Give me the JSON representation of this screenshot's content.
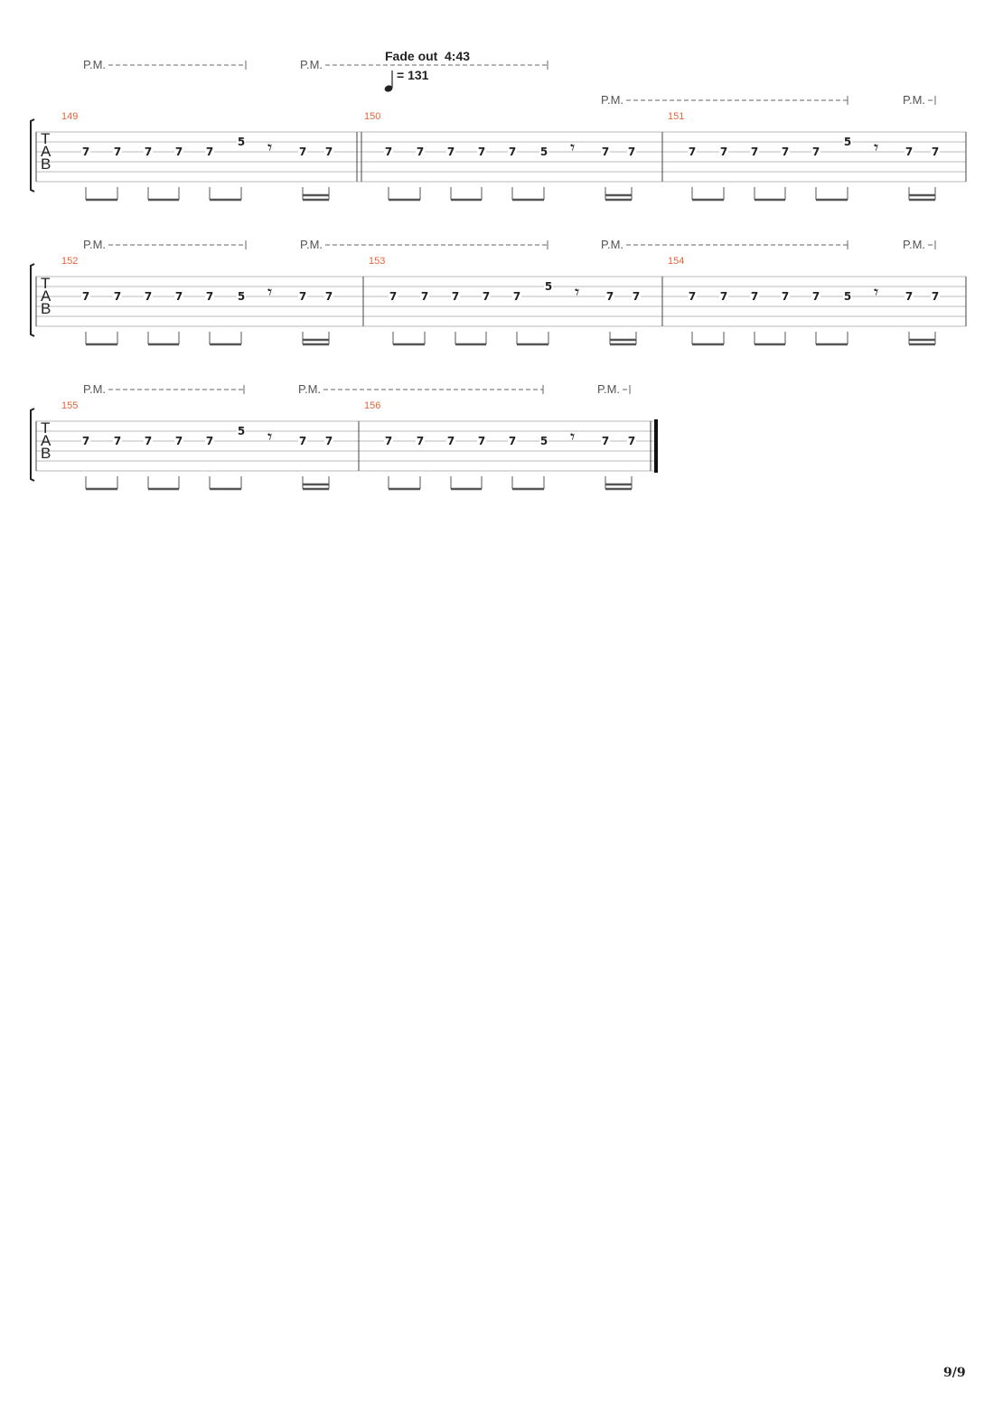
{
  "annotations": {
    "fade_label": "Fade out",
    "fade_time": "4:43",
    "tempo_value": "= 131"
  },
  "tab_clef": [
    "T",
    "A",
    "B"
  ],
  "pm_label": "P.M.",
  "rest_glyph": "𝄾",
  "page_number": "9/9",
  "colors": {
    "measure_number": "#e8643a",
    "ink": "#222222",
    "staff_line": "#bbbbbb"
  },
  "systems": [
    {
      "measures": [
        {
          "number": "149",
          "notes": [
            {
              "fret": "7",
              "string": 3
            },
            {
              "fret": "7",
              "string": 3
            },
            {
              "fret": "7",
              "string": 3
            },
            {
              "fret": "7",
              "string": 3
            },
            {
              "fret": "7",
              "string": 3
            },
            {
              "fret": "5",
              "string": 2
            },
            {
              "rest": true
            },
            {
              "fret": "7",
              "string": 3
            },
            {
              "fret": "7",
              "string": 3
            }
          ]
        },
        {
          "number": "150",
          "notes": [
            {
              "fret": "7",
              "string": 3
            },
            {
              "fret": "7",
              "string": 3
            },
            {
              "fret": "7",
              "string": 3
            },
            {
              "fret": "7",
              "string": 3
            },
            {
              "fret": "7",
              "string": 3
            },
            {
              "fret": "5",
              "string": 3
            },
            {
              "rest": true
            },
            {
              "fret": "7",
              "string": 3
            },
            {
              "fret": "7",
              "string": 3
            }
          ]
        },
        {
          "number": "151",
          "notes": [
            {
              "fret": "7",
              "string": 3
            },
            {
              "fret": "7",
              "string": 3
            },
            {
              "fret": "7",
              "string": 3
            },
            {
              "fret": "7",
              "string": 3
            },
            {
              "fret": "7",
              "string": 3
            },
            {
              "fret": "5",
              "string": 2
            },
            {
              "rest": true
            },
            {
              "fret": "7",
              "string": 3
            },
            {
              "fret": "7",
              "string": 3
            }
          ]
        }
      ]
    },
    {
      "measures": [
        {
          "number": "152",
          "notes": [
            {
              "fret": "7",
              "string": 3
            },
            {
              "fret": "7",
              "string": 3
            },
            {
              "fret": "7",
              "string": 3
            },
            {
              "fret": "7",
              "string": 3
            },
            {
              "fret": "7",
              "string": 3
            },
            {
              "fret": "5",
              "string": 3
            },
            {
              "rest": true
            },
            {
              "fret": "7",
              "string": 3
            },
            {
              "fret": "7",
              "string": 3
            }
          ]
        },
        {
          "number": "153",
          "notes": [
            {
              "fret": "7",
              "string": 3
            },
            {
              "fret": "7",
              "string": 3
            },
            {
              "fret": "7",
              "string": 3
            },
            {
              "fret": "7",
              "string": 3
            },
            {
              "fret": "7",
              "string": 3
            },
            {
              "fret": "5",
              "string": 2
            },
            {
              "rest": true
            },
            {
              "fret": "7",
              "string": 3
            },
            {
              "fret": "7",
              "string": 3
            }
          ]
        },
        {
          "number": "154",
          "notes": [
            {
              "fret": "7",
              "string": 3
            },
            {
              "fret": "7",
              "string": 3
            },
            {
              "fret": "7",
              "string": 3
            },
            {
              "fret": "7",
              "string": 3
            },
            {
              "fret": "7",
              "string": 3
            },
            {
              "fret": "5",
              "string": 3
            },
            {
              "rest": true
            },
            {
              "fret": "7",
              "string": 3
            },
            {
              "fret": "7",
              "string": 3
            }
          ]
        }
      ]
    },
    {
      "measures": [
        {
          "number": "155",
          "notes": [
            {
              "fret": "7",
              "string": 3
            },
            {
              "fret": "7",
              "string": 3
            },
            {
              "fret": "7",
              "string": 3
            },
            {
              "fret": "7",
              "string": 3
            },
            {
              "fret": "7",
              "string": 3
            },
            {
              "fret": "5",
              "string": 2
            },
            {
              "rest": true
            },
            {
              "fret": "7",
              "string": 3
            },
            {
              "fret": "7",
              "string": 3
            }
          ]
        },
        {
          "number": "156",
          "notes": [
            {
              "fret": "7",
              "string": 3
            },
            {
              "fret": "7",
              "string": 3
            },
            {
              "fret": "7",
              "string": 3
            },
            {
              "fret": "7",
              "string": 3
            },
            {
              "fret": "7",
              "string": 3
            },
            {
              "fret": "5",
              "string": 3
            },
            {
              "rest": true
            },
            {
              "fret": "7",
              "string": 3
            },
            {
              "fret": "7",
              "string": 3
            }
          ]
        }
      ]
    }
  ]
}
